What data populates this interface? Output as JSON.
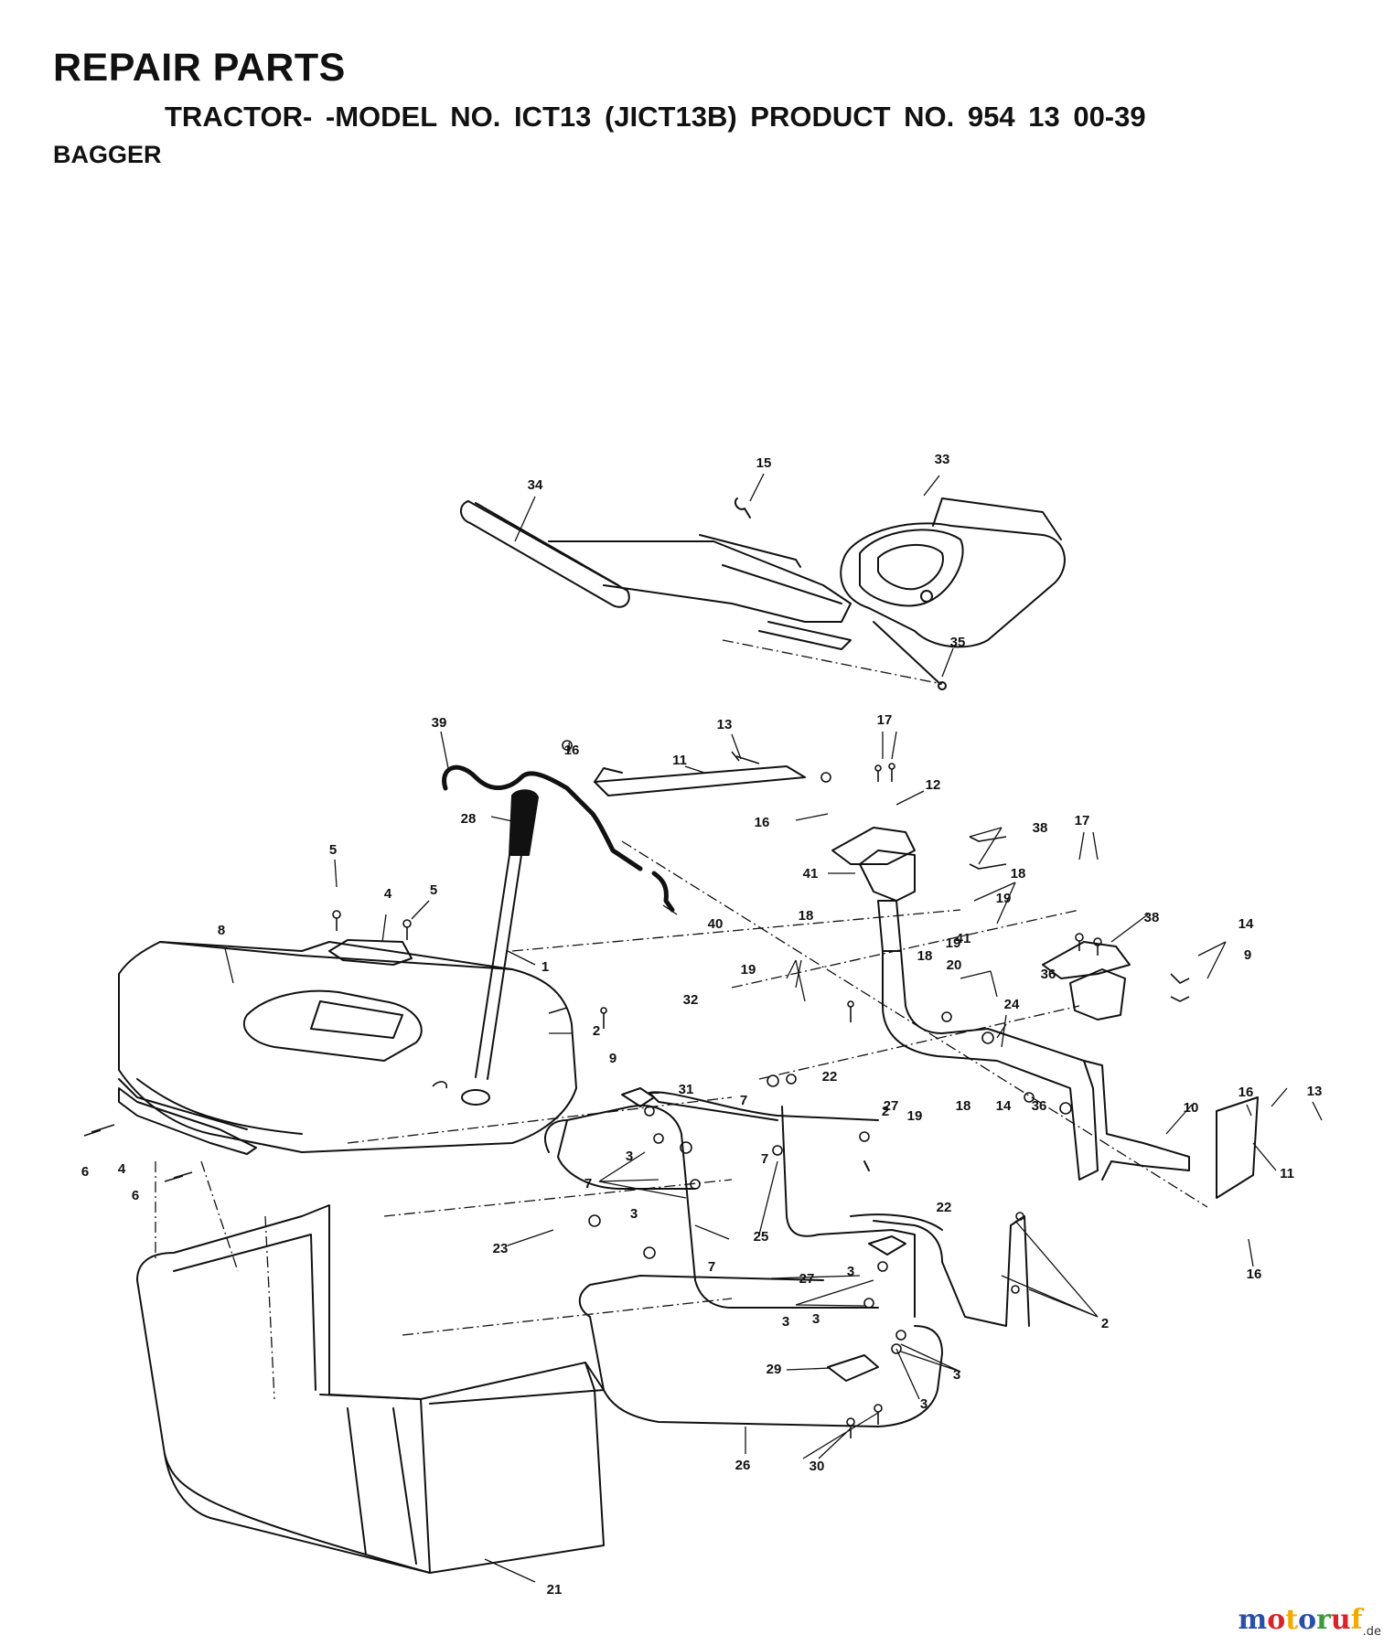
{
  "header": {
    "title": "REPAIR PARTS",
    "model_line": "TRACTOR- -MODEL NO. ICT13 (JICT13B) PRODUCT NO. 954 13 00-39",
    "section": "BAGGER"
  },
  "callouts": [
    "34",
    "15",
    "33",
    "35",
    "39",
    "13",
    "16",
    "11",
    "17",
    "12",
    "28",
    "16",
    "38",
    "17",
    "5",
    "4",
    "5",
    "41",
    "18",
    "19",
    "40",
    "8",
    "1",
    "18",
    "19",
    "18",
    "19",
    "20",
    "41",
    "38",
    "9",
    "36",
    "14",
    "32",
    "24",
    "2",
    "9",
    "22",
    "27",
    "31",
    "7",
    "16",
    "13",
    "2",
    "18",
    "19",
    "14",
    "36",
    "10",
    "6",
    "4",
    "3",
    "7",
    "6",
    "11",
    "7",
    "3",
    "22",
    "23",
    "25",
    "27",
    "3",
    "7",
    "3",
    "16",
    "2",
    "3",
    "3",
    "29",
    "3",
    "30",
    "26",
    "21"
  ],
  "watermark": {
    "letters": [
      "m",
      "o",
      "t",
      "o",
      "r",
      "u",
      "f"
    ],
    "colors": [
      "#2a4fa8",
      "#d8232a",
      "#f2a900",
      "#2a4fa8",
      "#3a9a3a",
      "#d8232a",
      "#f2a900"
    ],
    "suffix": ".de"
  }
}
